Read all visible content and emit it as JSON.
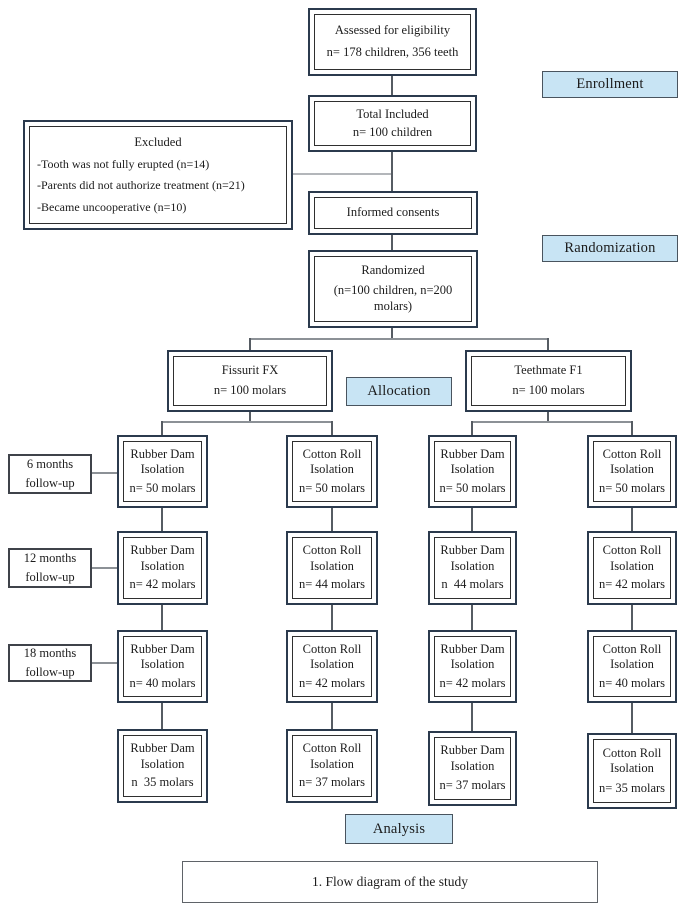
{
  "figure": {
    "caption": "1. Flow diagram of the study"
  },
  "stage_labels": {
    "enrollment": "Enrollment",
    "randomization": "Randomization",
    "allocation": "Allocation",
    "analysis": "Analysis"
  },
  "nodes": {
    "assessed": {
      "title": "Assessed for eligibility",
      "count": "n= 178 children, 356 teeth"
    },
    "total_included": {
      "title": "Total Included",
      "count": "n= 100 children"
    },
    "excluded": {
      "title": "Excluded",
      "reasons": [
        "-Tooth was not fully erupted (n=14)",
        "-Parents did not authorize treatment (n=21)",
        "-Became uncooperative (n=10)"
      ]
    },
    "informed_consents": {
      "title": "Informed consents"
    },
    "randomized": {
      "title": "Randomized",
      "count": "(n=100 children, n=200 molars)"
    },
    "arm_fissurit": {
      "title": "Fissurit FX",
      "count": "n= 100 molars"
    },
    "arm_teethmate": {
      "title": "Teethmate F1",
      "count": "n= 100 molars"
    }
  },
  "followup_labels": [
    {
      "line1": "6 months",
      "line2": "follow-up"
    },
    {
      "line1": "12 months",
      "line2": "follow-up"
    },
    {
      "line1": "18 months",
      "line2": "follow-up"
    }
  ],
  "grid": {
    "rows": [
      {
        "cells": [
          {
            "method": "Rubber Dam",
            "method2": "Isolation",
            "count": "n= 50 molars"
          },
          {
            "method": "Cotton Roll",
            "method2": "Isolation",
            "count": "n= 50 molars"
          },
          {
            "method": "Rubber Dam",
            "method2": "Isolation",
            "count": "n= 50 molars"
          },
          {
            "method": "Cotton Roll",
            "method2": "Isolation",
            "count": "n= 50 molars"
          }
        ]
      },
      {
        "cells": [
          {
            "method": "Rubber Dam",
            "method2": "Isolation",
            "count": "n= 42 molars"
          },
          {
            "method": "Cotton Roll",
            "method2": "Isolation",
            "count": "n= 44 molars"
          },
          {
            "method": "Rubber Dam",
            "method2": "Isolation",
            "count": "n  44 molars"
          },
          {
            "method": "Cotton Roll",
            "method2": "Isolation",
            "count": "n= 42 molars"
          }
        ]
      },
      {
        "cells": [
          {
            "method": "Rubber Dam",
            "method2": "Isolation",
            "count": "n= 40 molars"
          },
          {
            "method": "Cotton Roll",
            "method2": "Isolation",
            "count": "n= 42 molars"
          },
          {
            "method": "Rubber Dam",
            "method2": "Isolation",
            "count": "n= 42 molars"
          },
          {
            "method": "Cotton Roll",
            "method2": "Isolation",
            "count": "n= 40 molars"
          }
        ]
      },
      {
        "cells": [
          {
            "method": "Rubber Dam",
            "method2": "Isolation",
            "count": "n  35 molars"
          },
          {
            "method": "Cotton Roll",
            "method2": "Isolation",
            "count": "n= 37 molars"
          },
          {
            "method": "Rubber Dam",
            "method2": "Isolation",
            "count": "n= 37 molars"
          },
          {
            "method": "Cotton Roll",
            "method2": "Isolation",
            "count": "n= 35 molars"
          }
        ]
      }
    ]
  },
  "colors": {
    "stage_fill": "#c8e4f4",
    "box_border": "#2b3a4d",
    "connector_gray": "#8c9196"
  }
}
